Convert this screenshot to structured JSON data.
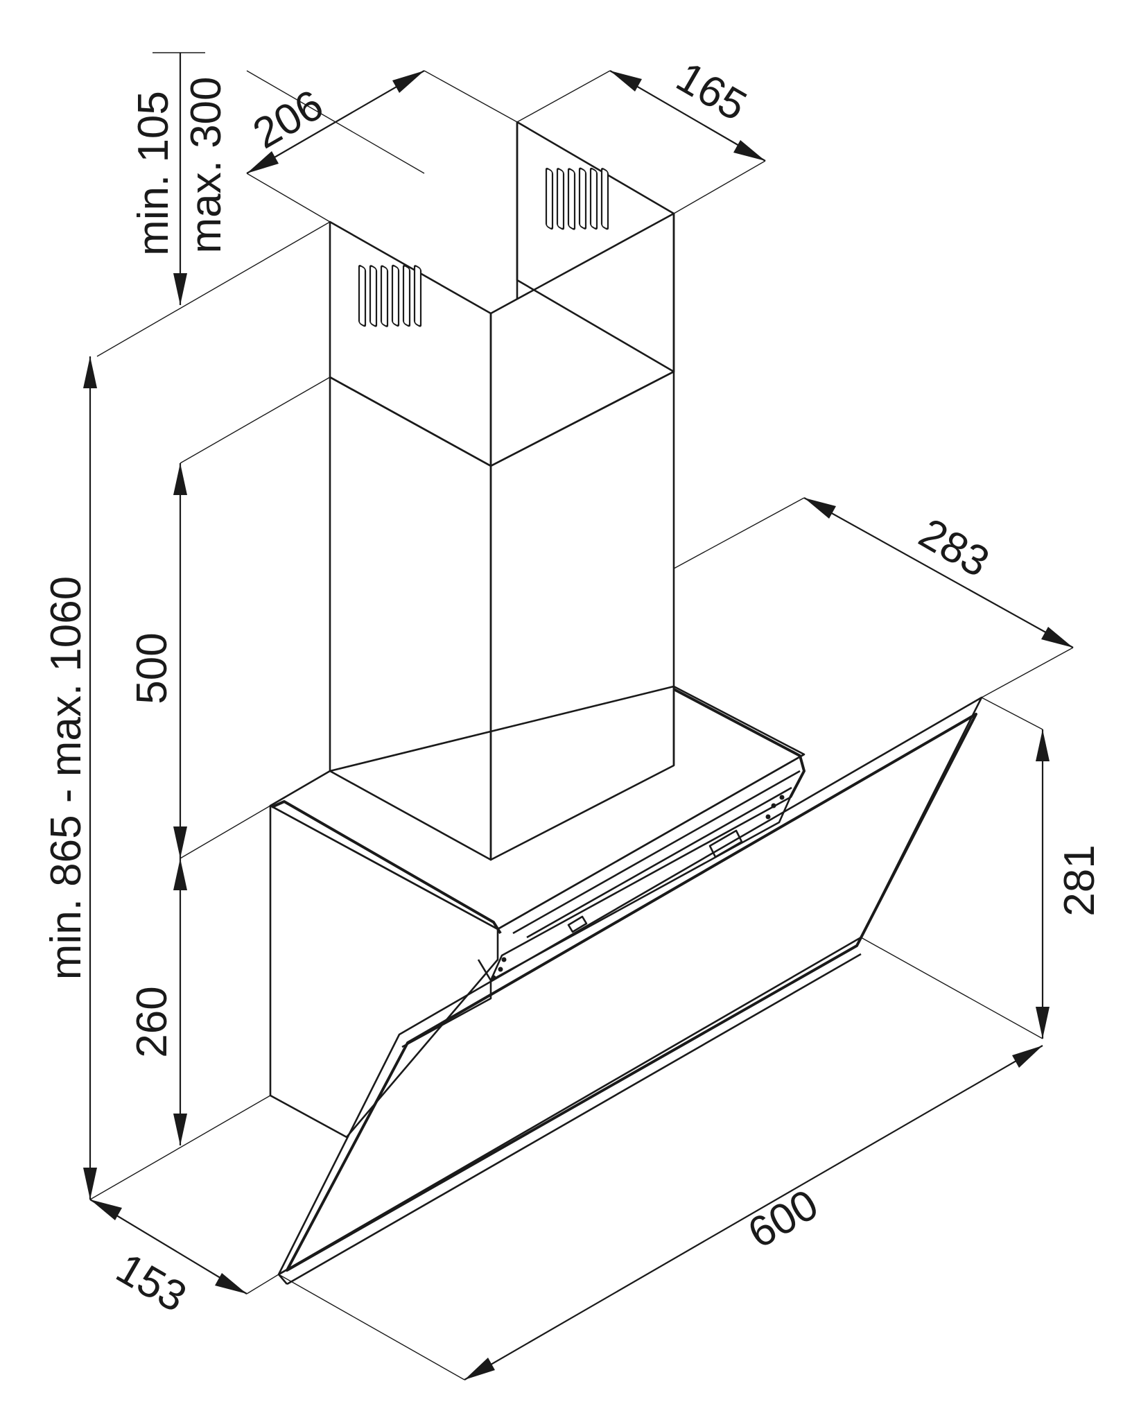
{
  "diagram": {
    "dimensions": {
      "chimney_depth": "206",
      "chimney_width": "165",
      "upper_offset_min": "min. 105",
      "upper_offset_max": "max. 300",
      "overall_height": "min. 865 - max. 1060",
      "chimney_height": "500",
      "body_height": "260",
      "hood_depth": "283",
      "glass_height": "281",
      "hood_width": "600",
      "base_depth": "153"
    },
    "colors": {
      "line": "#1a1a1a",
      "background": "#ffffff"
    }
  }
}
